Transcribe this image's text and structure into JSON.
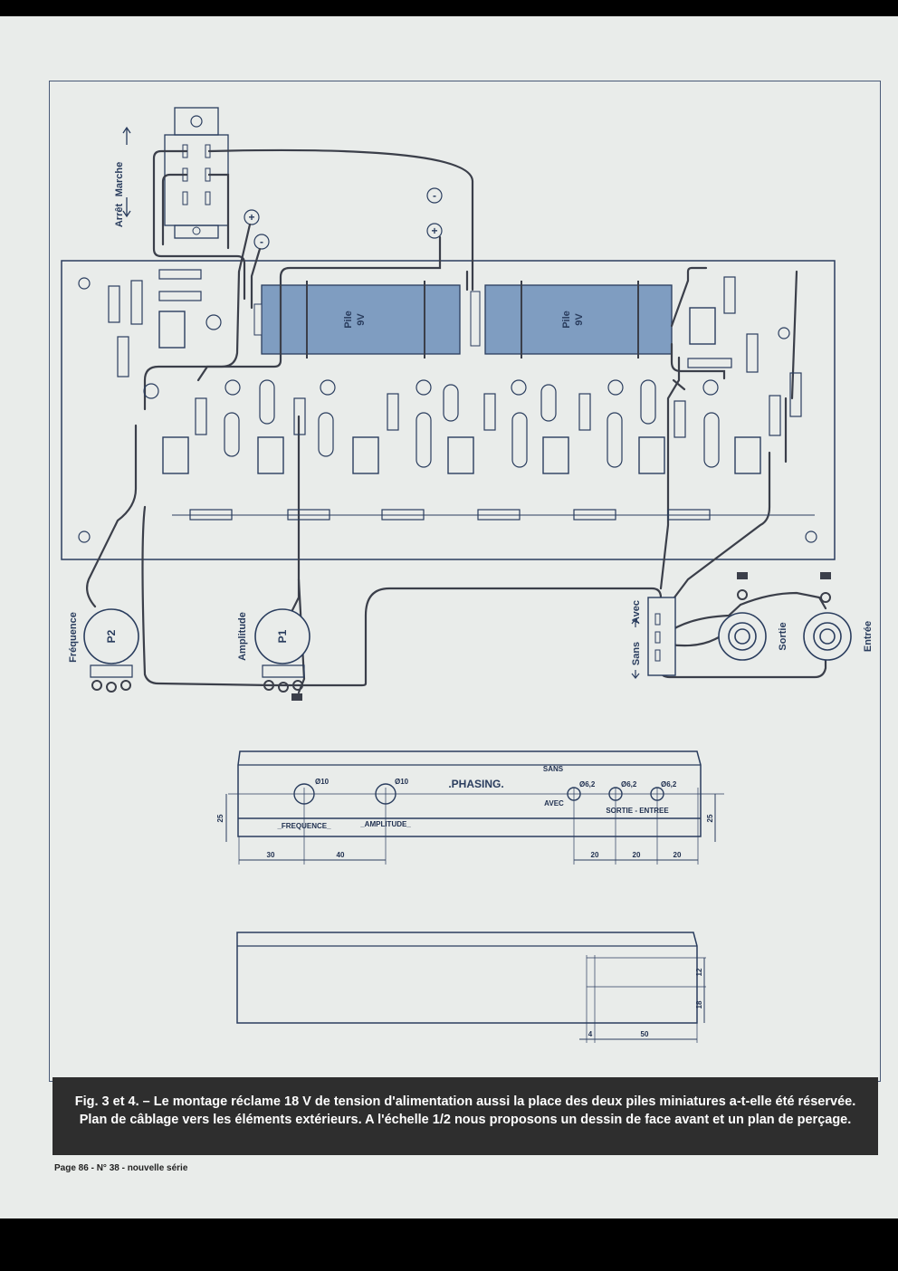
{
  "switch_labels": {
    "marche": "Marche",
    "arret": "Arrêt"
  },
  "battery_labels": {
    "left": {
      "line1": "Pile",
      "line2": "9V"
    },
    "right": {
      "line1": "Pile",
      "line2": "9V"
    }
  },
  "polarity": {
    "plus": "+",
    "minus": "-"
  },
  "pots": {
    "p2": {
      "id": "P2",
      "label": "Fréquence"
    },
    "p1": {
      "id": "P1",
      "label": "Amplitude"
    }
  },
  "bypass_switch": {
    "sans": "Sans",
    "avec": "Avec"
  },
  "jacks": {
    "sortie": "Sortie",
    "entree": "Entrée"
  },
  "front_panel": {
    "title": ".PHASING.",
    "hole_freq": "Ø10",
    "hole_ampl": "Ø10",
    "hole_a": "Ø6,2",
    "hole_b": "Ø6,2",
    "hole_c": "Ø6,2",
    "label_freq": "_FREQUENCE_",
    "label_ampl": "_AMPLITUDE_",
    "label_sans": "SANS",
    "label_avec": "AVEC",
    "label_sortie_entree": "SORTIE - ENTREE",
    "dims": {
      "d30": "30",
      "d40": "40",
      "d20a": "20",
      "d20b": "20",
      "d20c": "20",
      "h25l": "25",
      "h25r": "25"
    }
  },
  "drill_plan": {
    "dims": {
      "h12": "12",
      "h18": "18",
      "w4": "4",
      "w50": "50"
    }
  },
  "caption": "Fig. 3 et 4. – Le montage réclame 18 V de tension d'alimentation aussi la place des deux piles miniatures a-t-elle été réservée. Plan de câblage vers les éléments extérieurs. A l'échelle 1/2 nous proposons un dessin de face avant et un plan de perçage.",
  "footer": "Page 86 - N° 38 - nouvelle série",
  "colors": {
    "battery_fill": "#7f9dc1",
    "wire": "#3b3f4a",
    "ink": "#2a3d5e",
    "caption_bg": "#2e2e2e"
  }
}
